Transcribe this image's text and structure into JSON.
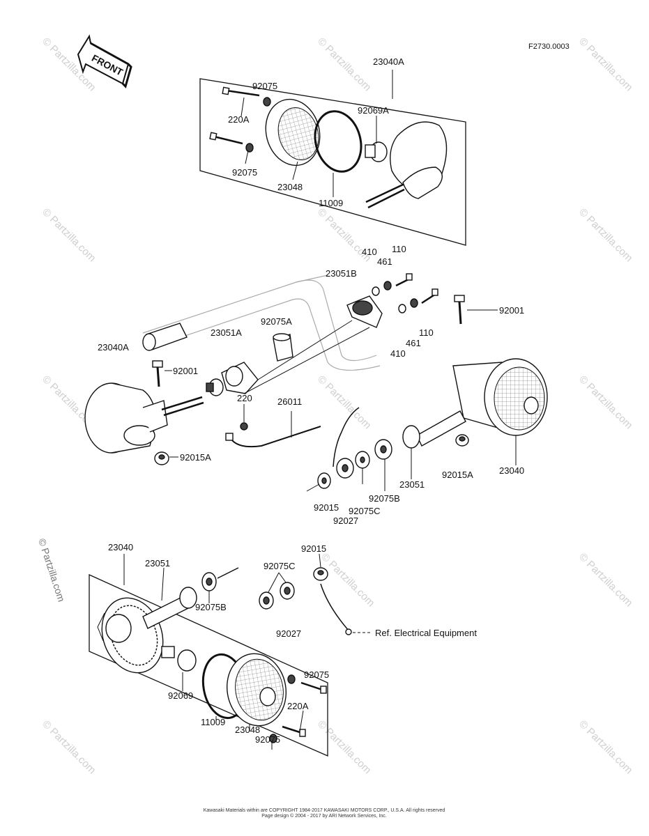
{
  "diagram": {
    "ref_code": "F2730.0003",
    "front_label": "FRONT",
    "watermark": "© Partzilla.com",
    "reference_note": "Ref. Electrical Equipment",
    "footer_line1": "Kawasaki Materials within are COPYRIGHT 1984-2017 KAWASAKI MOTORS CORP., U.S.A. All rights reserved",
    "footer_line2": "Page design © 2004 - 2017 by ARI Network Services, Inc.",
    "part_labels": {
      "p_23040A_top": "23040A",
      "p_92075_a": "92075",
      "p_220A_a": "220A",
      "p_92069A": "92069A",
      "p_92075_b": "92075",
      "p_23048_a": "23048",
      "p_11009_a": "11009",
      "p_410_a": "410",
      "p_110_a": "110",
      "p_461_a": "461",
      "p_23051B": "23051B",
      "p_92001_a": "92001",
      "p_92075A": "92075A",
      "p_23051A": "23051A",
      "p_110_b": "110",
      "p_461_b": "461",
      "p_410_b": "410",
      "p_23040A_mid": "23040A",
      "p_92001_b": "92001",
      "p_220": "220",
      "p_26011": "26011",
      "p_92015A_a": "92015A",
      "p_92015A_b": "92015A",
      "p_23040_a": "23040",
      "p_23051_a": "23051",
      "p_92075B_a": "92075B",
      "p_92075C_a": "92075C",
      "p_92015_a": "92015",
      "p_92027_a": "92027",
      "p_23040_b": "23040",
      "p_23051_b": "23051",
      "p_92015_b": "92015",
      "p_92075C_b": "92075C",
      "p_92075B_b": "92075B",
      "p_92027_b": "92027",
      "p_92075_c": "92075",
      "p_220A_b": "220A",
      "p_92069": "92069",
      "p_11009_b": "11009",
      "p_23048_b": "23048",
      "p_92075_d": "92075"
    }
  }
}
